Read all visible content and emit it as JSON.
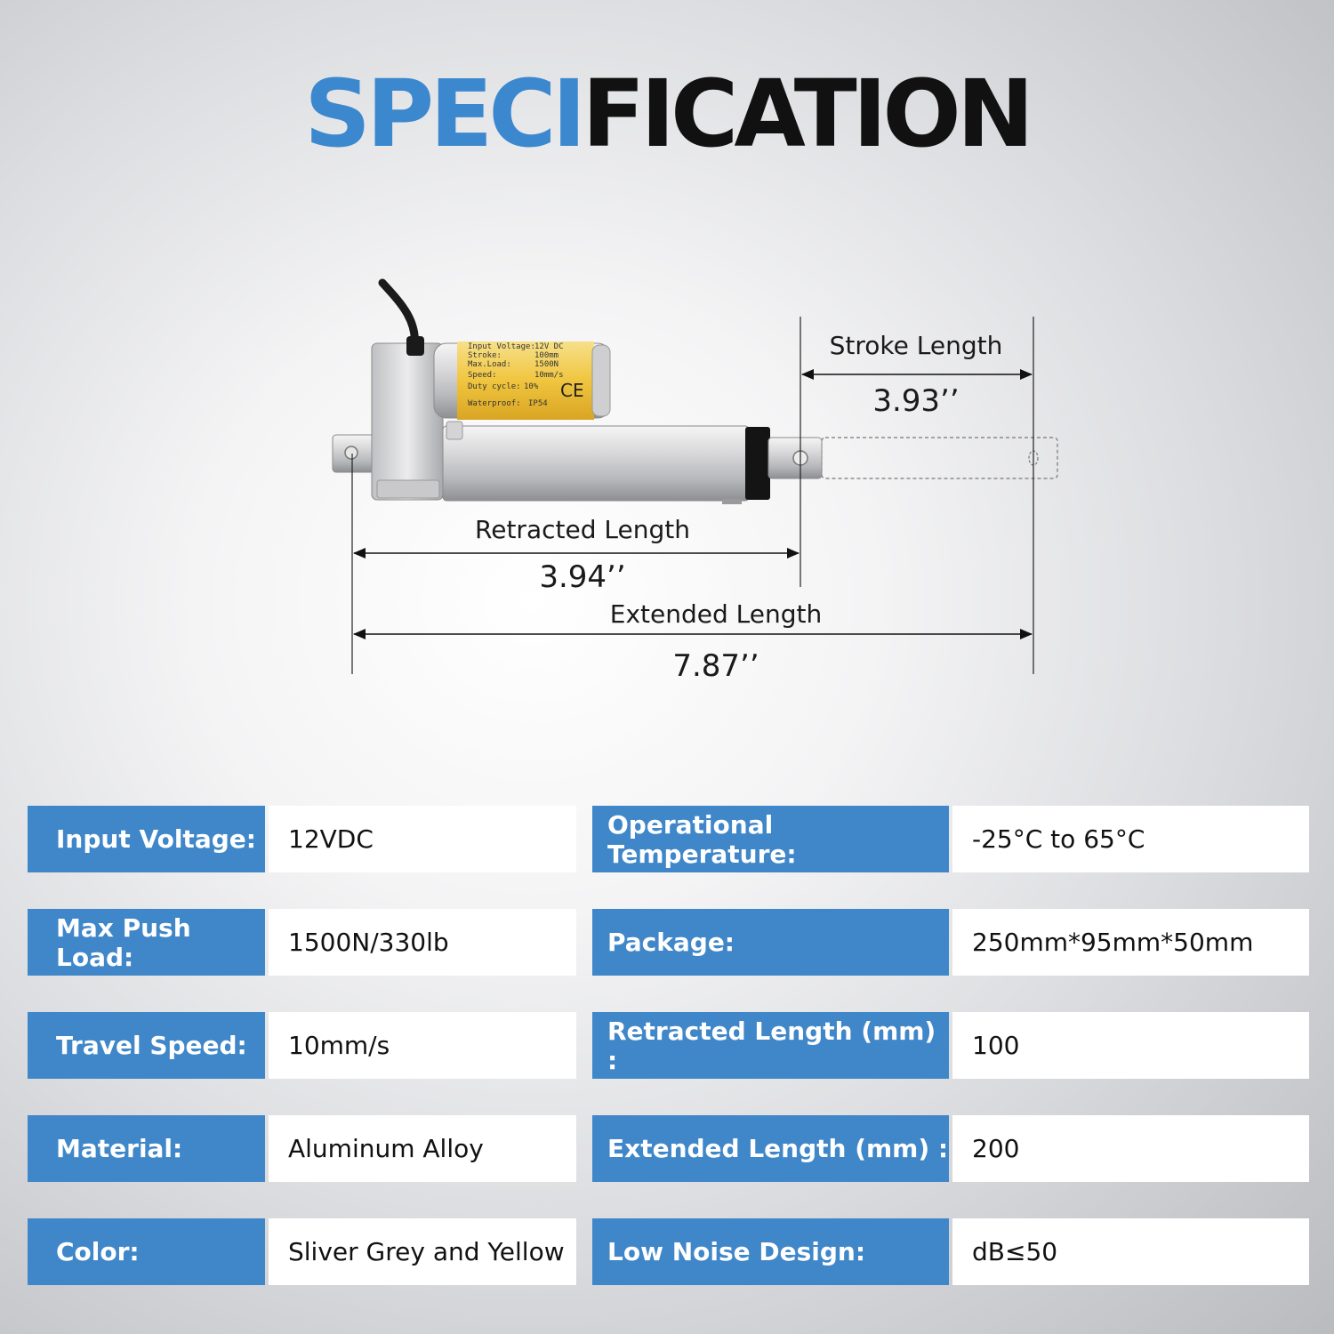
{
  "title": {
    "part1": "SPECI",
    "part2": "FICATION"
  },
  "label": {
    "input_voltage": "Input Voltage:",
    "input_voltage_val": "12V DC",
    "stroke": "Stroke:",
    "stroke_val": "100mm",
    "max_load": "Max.Load:",
    "max_load_val": "1500N",
    "speed": "Speed:",
    "speed_val": "10mm/s",
    "duty_cycle": "Duty cycle:",
    "duty_cycle_val": "10%",
    "ce": "CE",
    "waterproof": "Waterproof:",
    "waterproof_val": "IP54"
  },
  "dimensions": {
    "stroke_label": "Stroke Length",
    "stroke_value": "3.93’’",
    "retracted_label": "Retracted Length",
    "retracted_value": "3.94’’",
    "extended_label": "Extended Length",
    "extended_value": "7.87’’"
  },
  "specs": [
    {
      "k1": "Input Voltage:",
      "v1": "12VDC",
      "k2": "Operational Temperature:",
      "v2": "-25°C to 65°C"
    },
    {
      "k1": "Max Push Load:",
      "v1": "1500N/330lb",
      "k2": "Package:",
      "v2": "250mm*95mm*50mm"
    },
    {
      "k1": "Travel Speed:",
      "v1": "10mm/s",
      "k2": "Retracted Length (mm) :",
      "v2": "100"
    },
    {
      "k1": "Material:",
      "v1": "Aluminum Alloy",
      "k2": "Extended Length (mm) :",
      "v2": "200"
    },
    {
      "k1": "Color:",
      "v1": "Sliver Grey and Yellow",
      "k2": "Low Noise Design:",
      "v2": "dB≤50"
    }
  ],
  "colors": {
    "key_bg": "#3f87c9",
    "title_blue": "#3c88cf",
    "title_black": "#111111",
    "label_yellow": "#f2c94c"
  }
}
